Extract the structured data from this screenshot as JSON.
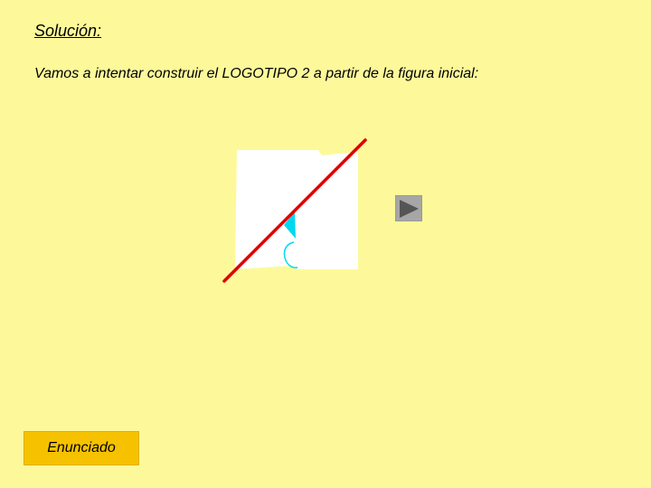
{
  "header": {
    "title": "Solución:",
    "subtitle": "Vamos a intentar construir el LOGOTIPO 2 a partir de la figura inicial:"
  },
  "figure": {
    "square_color": "#ffffff",
    "cut_line_color": "#e00000",
    "shape_color": "#00d8f0"
  },
  "controls": {
    "next_icon": "play-arrow-icon",
    "enunciado_label": "Enunciado",
    "accent": "#f6c200",
    "background": "#fdf99a"
  }
}
